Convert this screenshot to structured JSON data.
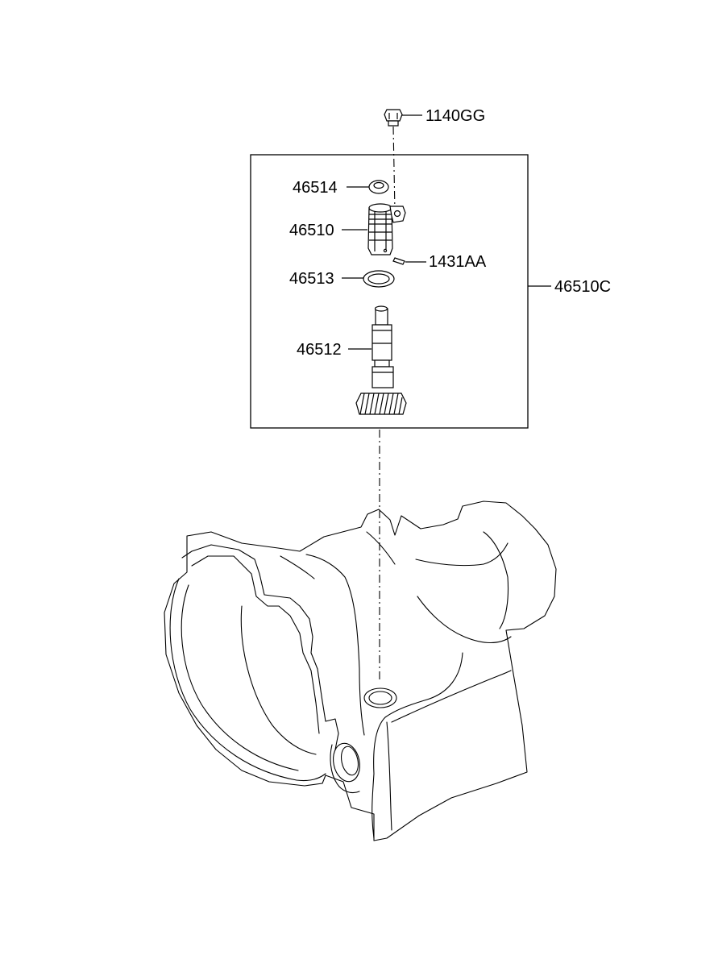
{
  "diagram": {
    "labels": {
      "bolt": "1140GG",
      "seal_nut": "46514",
      "sleeve": "46510",
      "pin": "1431AA",
      "o_ring": "46513",
      "driven_gear": "46512",
      "assembly": "46510C"
    }
  }
}
